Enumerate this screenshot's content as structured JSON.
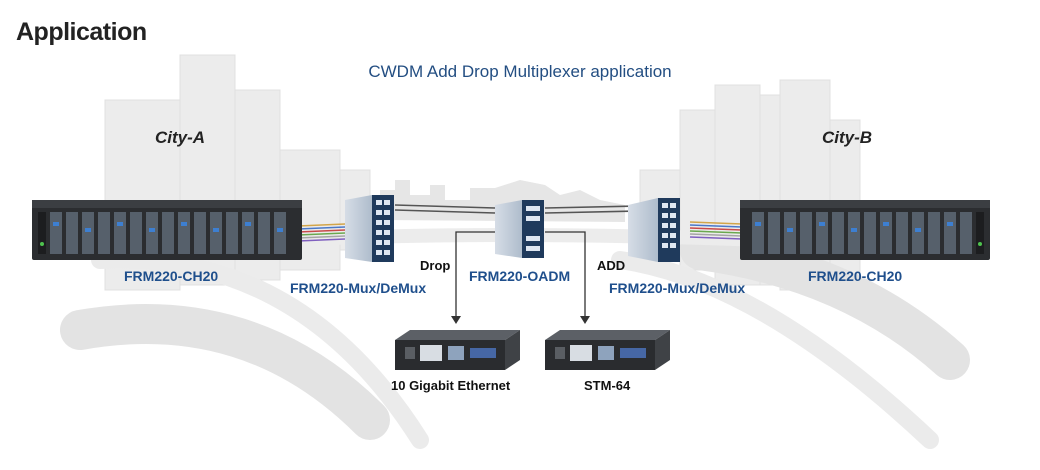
{
  "header": {
    "title": "Application"
  },
  "diagram": {
    "subtitle": "CWDM Add Drop Multiplexer application",
    "city_a": "City-A",
    "city_b": "City-B",
    "chassis_left_label": "FRM220-CH20",
    "chassis_right_label": "FRM220-CH20",
    "mux_left_label": "FRM220-Mux/DeMux",
    "mux_right_label": "FRM220-Mux/DeMux",
    "oadm_label": "FRM220-OADM",
    "drop_label": "Drop",
    "add_label": "ADD",
    "device_left_label": "10 Gigabit Ethernet",
    "device_right_label": "STM-64"
  },
  "colors": {
    "label_blue": "#1f4f8c",
    "subtitle_blue": "#234e82",
    "chassis": "#2b2d30"
  }
}
